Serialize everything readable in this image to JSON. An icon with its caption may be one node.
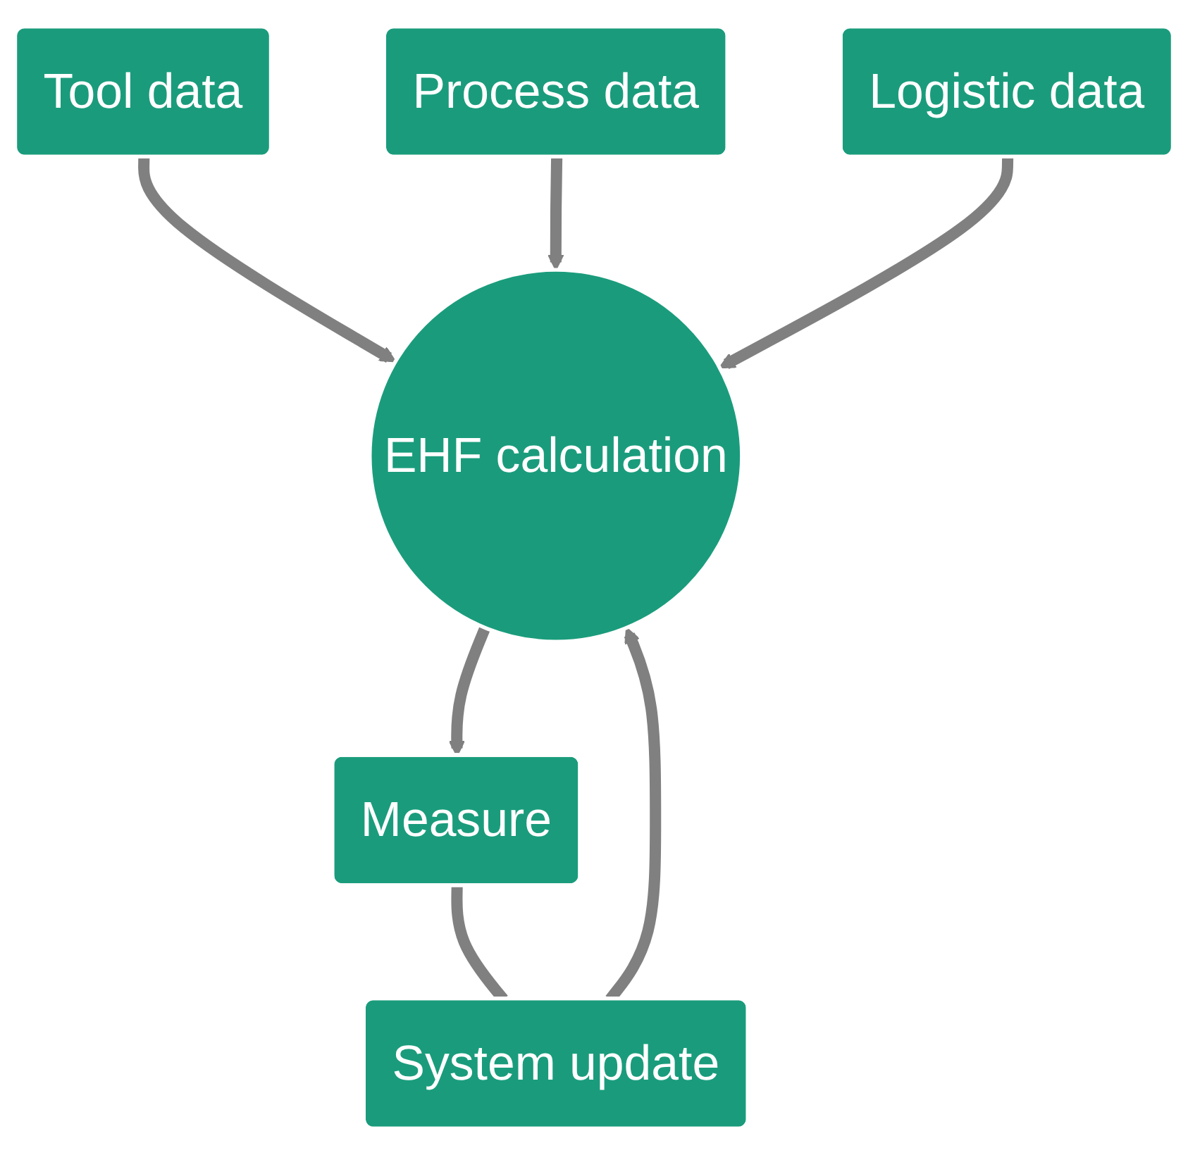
{
  "diagram": {
    "nodes": [
      {
        "text": [
          "Tool data"
        ]
      },
      {
        "text": [
          "Process data"
        ]
      },
      {
        "text": [
          "Logistic data"
        ]
      },
      {
        "text": [
          "EHF calculation"
        ]
      },
      {
        "text": [
          "System update"
        ]
      },
      {
        "text": [
          "Measure"
        ]
      }
    ],
    "edges": [
      {
        "from": 0,
        "to": 3,
        "arrow": "to"
      },
      {
        "from": 1,
        "to": 3,
        "arrow": "to"
      },
      {
        "from": 2,
        "to": 3,
        "arrow": "to"
      },
      {
        "from": 3,
        "to": 5,
        "arrow": "to"
      },
      {
        "from": 5,
        "to": 4,
        "arrow": "none"
      },
      {
        "from": 4,
        "to": 3,
        "arrow": "to"
      }
    ]
  }
}
